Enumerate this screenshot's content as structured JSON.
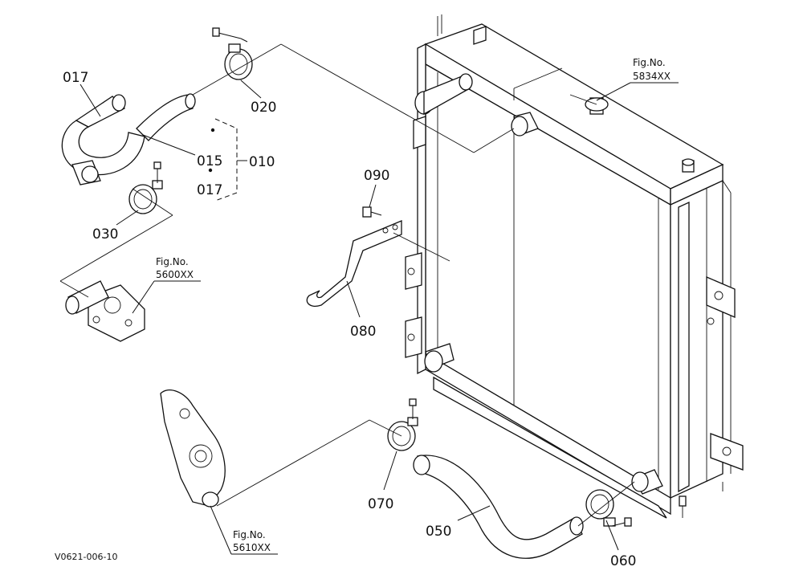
{
  "callouts": {
    "p017_top": "017",
    "p015": "015",
    "p010": "010",
    "p017_sub": "017",
    "p020": "020",
    "p030": "030",
    "p090": "090",
    "p080": "080",
    "p070": "070",
    "p050": "050",
    "p060": "060"
  },
  "figure_refs": {
    "radiator": {
      "prefix": "Fig.No.",
      "number": "5834XX"
    },
    "thermostat": {
      "prefix": "Fig.No.",
      "number": "5600XX"
    },
    "water_pump": {
      "prefix": "Fig.No.",
      "number": "5610XX"
    }
  },
  "drawing_code": "V0621-006-10"
}
